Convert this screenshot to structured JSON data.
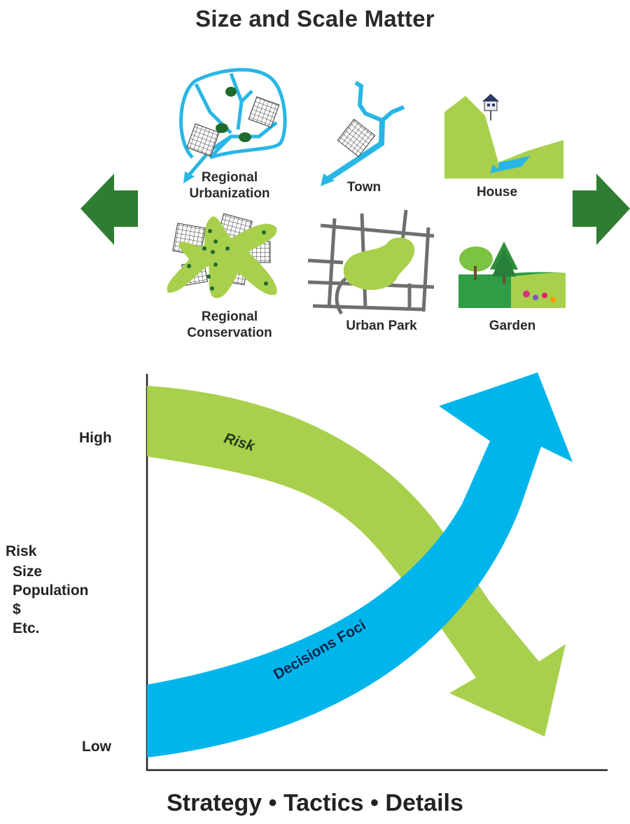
{
  "header": {
    "title": "Size and Scale Matter"
  },
  "nav": {
    "left_arrow_icon": "arrow-left-icon",
    "right_arrow_icon": "arrow-right-icon"
  },
  "tiles": [
    {
      "label": "Regional\nUrbanization",
      "icon": "regional-urbanization-icon"
    },
    {
      "label": "Town",
      "icon": "town-icon"
    },
    {
      "label": "House",
      "icon": "house-icon"
    },
    {
      "label": "Regional\nConservation",
      "icon": "regional-conservation-icon"
    },
    {
      "label": "Urban Park",
      "icon": "urban-park-icon"
    },
    {
      "label": "Garden",
      "icon": "garden-icon"
    }
  ],
  "diagram": {
    "y_high": "High",
    "y_low": "Low",
    "y_title": "Risk",
    "y_items": [
      "Size",
      "Population",
      "$",
      "Etc."
    ],
    "risk_arrow_label": "Risk",
    "decisions_arrow_label": "Decisions Foci",
    "x_caption": "Strategy • Tactics • Details"
  },
  "colors": {
    "green": "#a8d04c",
    "blue": "#00b5ec",
    "dark_green": "#2f7d32",
    "river": "#29b6e6",
    "grid_gray": "#6f6f6f"
  }
}
